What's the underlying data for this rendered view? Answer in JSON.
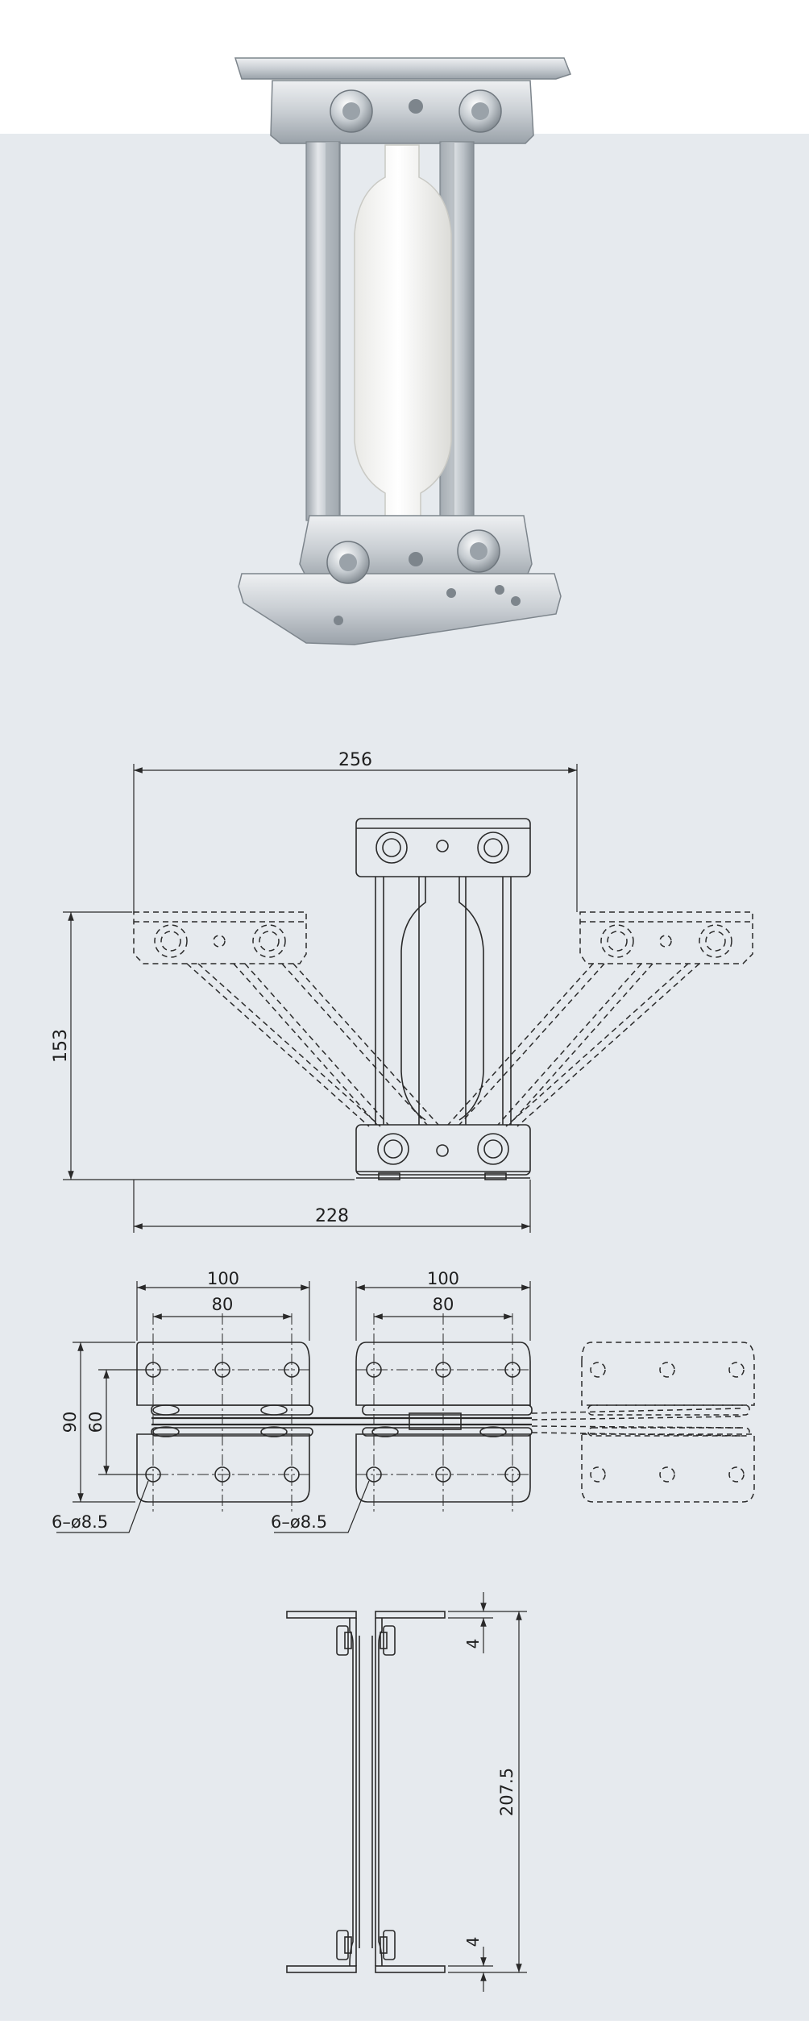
{
  "colors": {
    "background": "#e6eaee",
    "top_band": "#ffffff",
    "line": "#2a2a2a",
    "metal_light": "#e3e6e9",
    "metal_mid": "#bfc5cb",
    "metal_dark": "#8c949b",
    "spacer_white": "#f7f7f5"
  },
  "product_photo": {
    "icon": "gas-spring-hinge-photo-icon"
  },
  "front_view": {
    "dim_top": "256",
    "dim_left": "153",
    "dim_bottom": "228"
  },
  "top_view": {
    "left_outer": "100",
    "left_inner": "80",
    "right_outer": "100",
    "right_inner": "80",
    "height_outer": "90",
    "height_inner": "60",
    "hole_left": "6–ø8.5",
    "hole_right": "6–ø8.5"
  },
  "side_view": {
    "dim_top": "4",
    "dim_total": "207.5",
    "dim_bottom": "4"
  }
}
